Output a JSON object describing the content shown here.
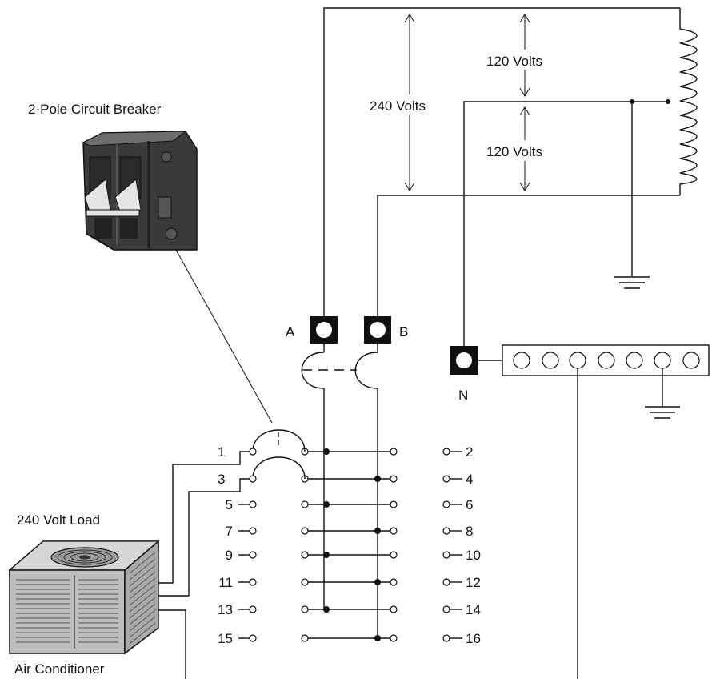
{
  "labels": {
    "breaker_title": "2-Pole Circuit Breaker",
    "load_title": "240 Volt Load",
    "unit_name": "Air Conditioner",
    "volts_240": "240 Volts",
    "volts_120_top": "120 Volts",
    "volts_120_bottom": "120 Volts",
    "bus_a": "A",
    "bus_b": "B",
    "neutral": "N"
  },
  "slots": {
    "left": [
      "1",
      "3",
      "5",
      "7",
      "9",
      "11",
      "13",
      "15"
    ],
    "right": [
      "2",
      "4",
      "6",
      "8",
      "10",
      "12",
      "14",
      "16"
    ]
  },
  "colors": {
    "line": "#111111",
    "unit_body": "#bdbdbd",
    "breaker_body": "#3a3a3a"
  }
}
